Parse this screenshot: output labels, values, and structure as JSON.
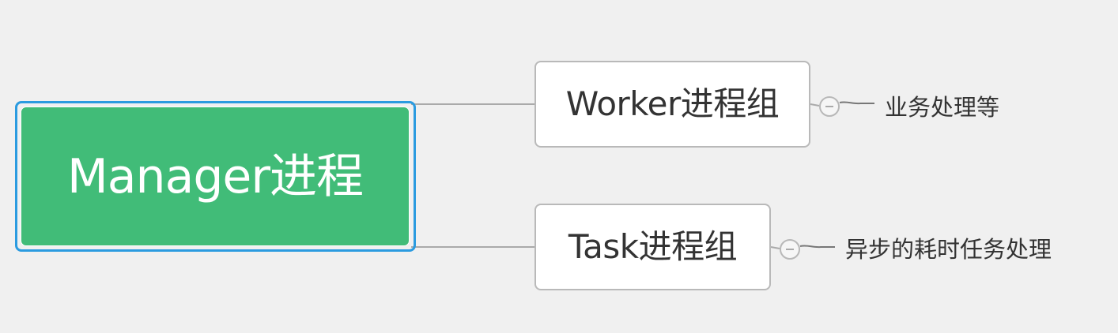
{
  "root": {
    "label": "Manager进程",
    "fill_color": "#41bc78",
    "selection_color": "#2b9be0"
  },
  "topics": [
    {
      "label": "Worker进程组",
      "collapse_icon": "minus-circle-icon",
      "subtopics": [
        "业务处理等"
      ]
    },
    {
      "label": "Task进程组",
      "collapse_icon": "minus-circle-icon",
      "subtopics": [
        "异步的耗时任务处理"
      ]
    }
  ],
  "colors": {
    "background": "#f0f0f0",
    "connector": "#aaaaaa",
    "topic_border": "#b9b9b9",
    "text": "#333333"
  }
}
